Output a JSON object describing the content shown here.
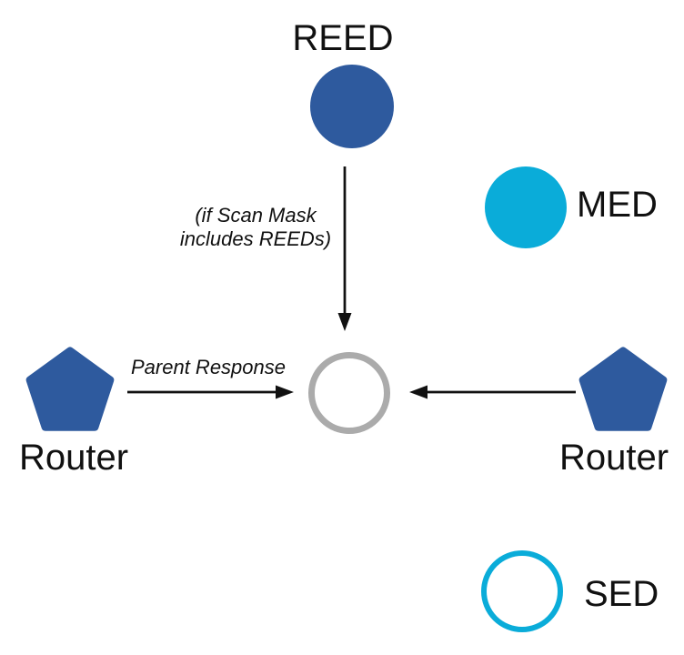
{
  "diagram": {
    "colors": {
      "background": "#FFFFFF",
      "node_blue": "#2E5A9E",
      "node_cyan": "#0AACD9",
      "center_gray": "#ABABAB",
      "arrow_black": "#111111",
      "text": "#111111"
    },
    "nodes": [
      {
        "id": "reed",
        "label": "REED",
        "shape": "circle-filled",
        "color": "#2E5A9E"
      },
      {
        "id": "med",
        "label": "MED",
        "shape": "circle-filled",
        "color": "#0AACD9"
      },
      {
        "id": "parent-center",
        "label": "",
        "shape": "circle-outline",
        "color": "#ABABAB"
      },
      {
        "id": "router-left",
        "label": "Router",
        "shape": "pentagon",
        "color": "#2E5A9E"
      },
      {
        "id": "router-right",
        "label": "Router",
        "shape": "pentagon",
        "color": "#2E5A9E"
      },
      {
        "id": "sed",
        "label": "SED",
        "shape": "circle-outline",
        "color": "#0AACD9"
      }
    ],
    "edges": [
      {
        "id": "reed-to-center",
        "direction": "down",
        "annotation": [
          "(if Scan Mask",
          "includes REEDs)"
        ]
      },
      {
        "id": "router-left-to-center",
        "direction": "right",
        "annotation": [
          "Parent Response"
        ]
      },
      {
        "id": "router-right-to-center",
        "direction": "left",
        "annotation": []
      }
    ]
  }
}
